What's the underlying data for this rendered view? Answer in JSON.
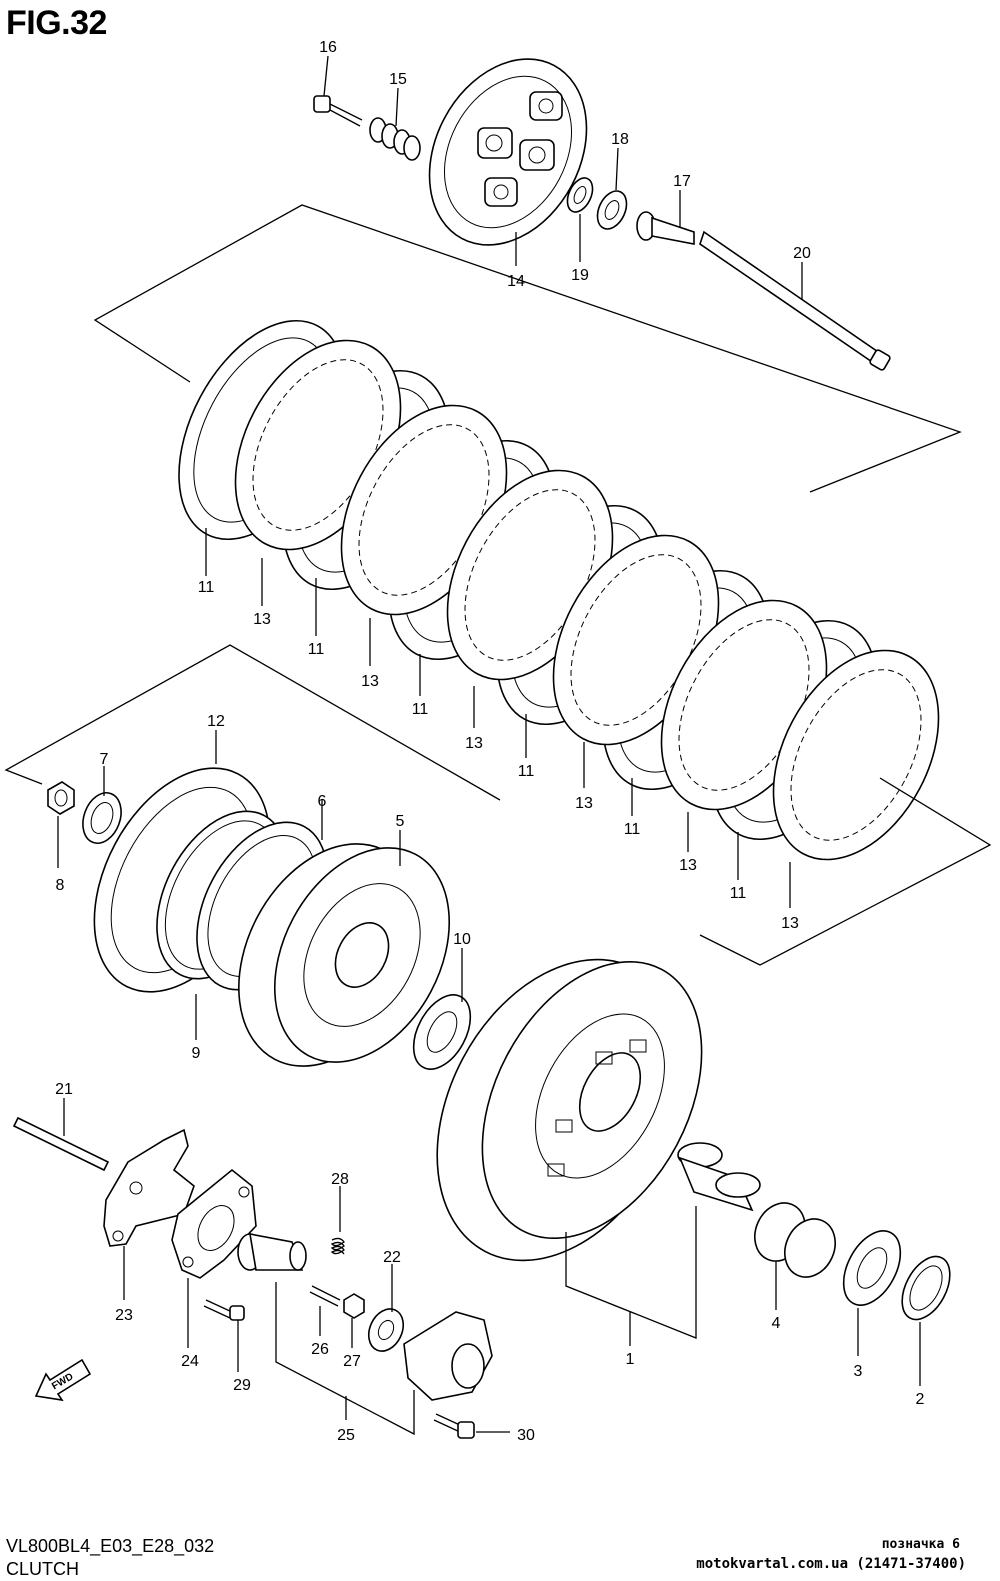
{
  "figure": {
    "title": "FIG.32",
    "model_code": "VL800BL4_E03_E28_032",
    "caption": "CLUTCH",
    "ref_note": "позначка 6",
    "source_line": "motokvartal.com.ua (21471-37400)",
    "fwd_label": "FWD"
  },
  "callouts": {
    "c1": "1",
    "c2": "2",
    "c3": "3",
    "c4": "4",
    "c5": "5",
    "c6": "6",
    "c7": "7",
    "c8": "8",
    "c9": "9",
    "c10": "10",
    "c12": "12",
    "c14": "14",
    "c15": "15",
    "c16": "16",
    "c17": "17",
    "c18": "18",
    "c19": "19",
    "c20": "20",
    "c21": "21",
    "c22": "22",
    "c23": "23",
    "c24": "24",
    "c25": "25",
    "c26": "26",
    "c27": "27",
    "c28": "28",
    "c29": "29",
    "c30": "30",
    "c11": "11",
    "c13": "13"
  }
}
